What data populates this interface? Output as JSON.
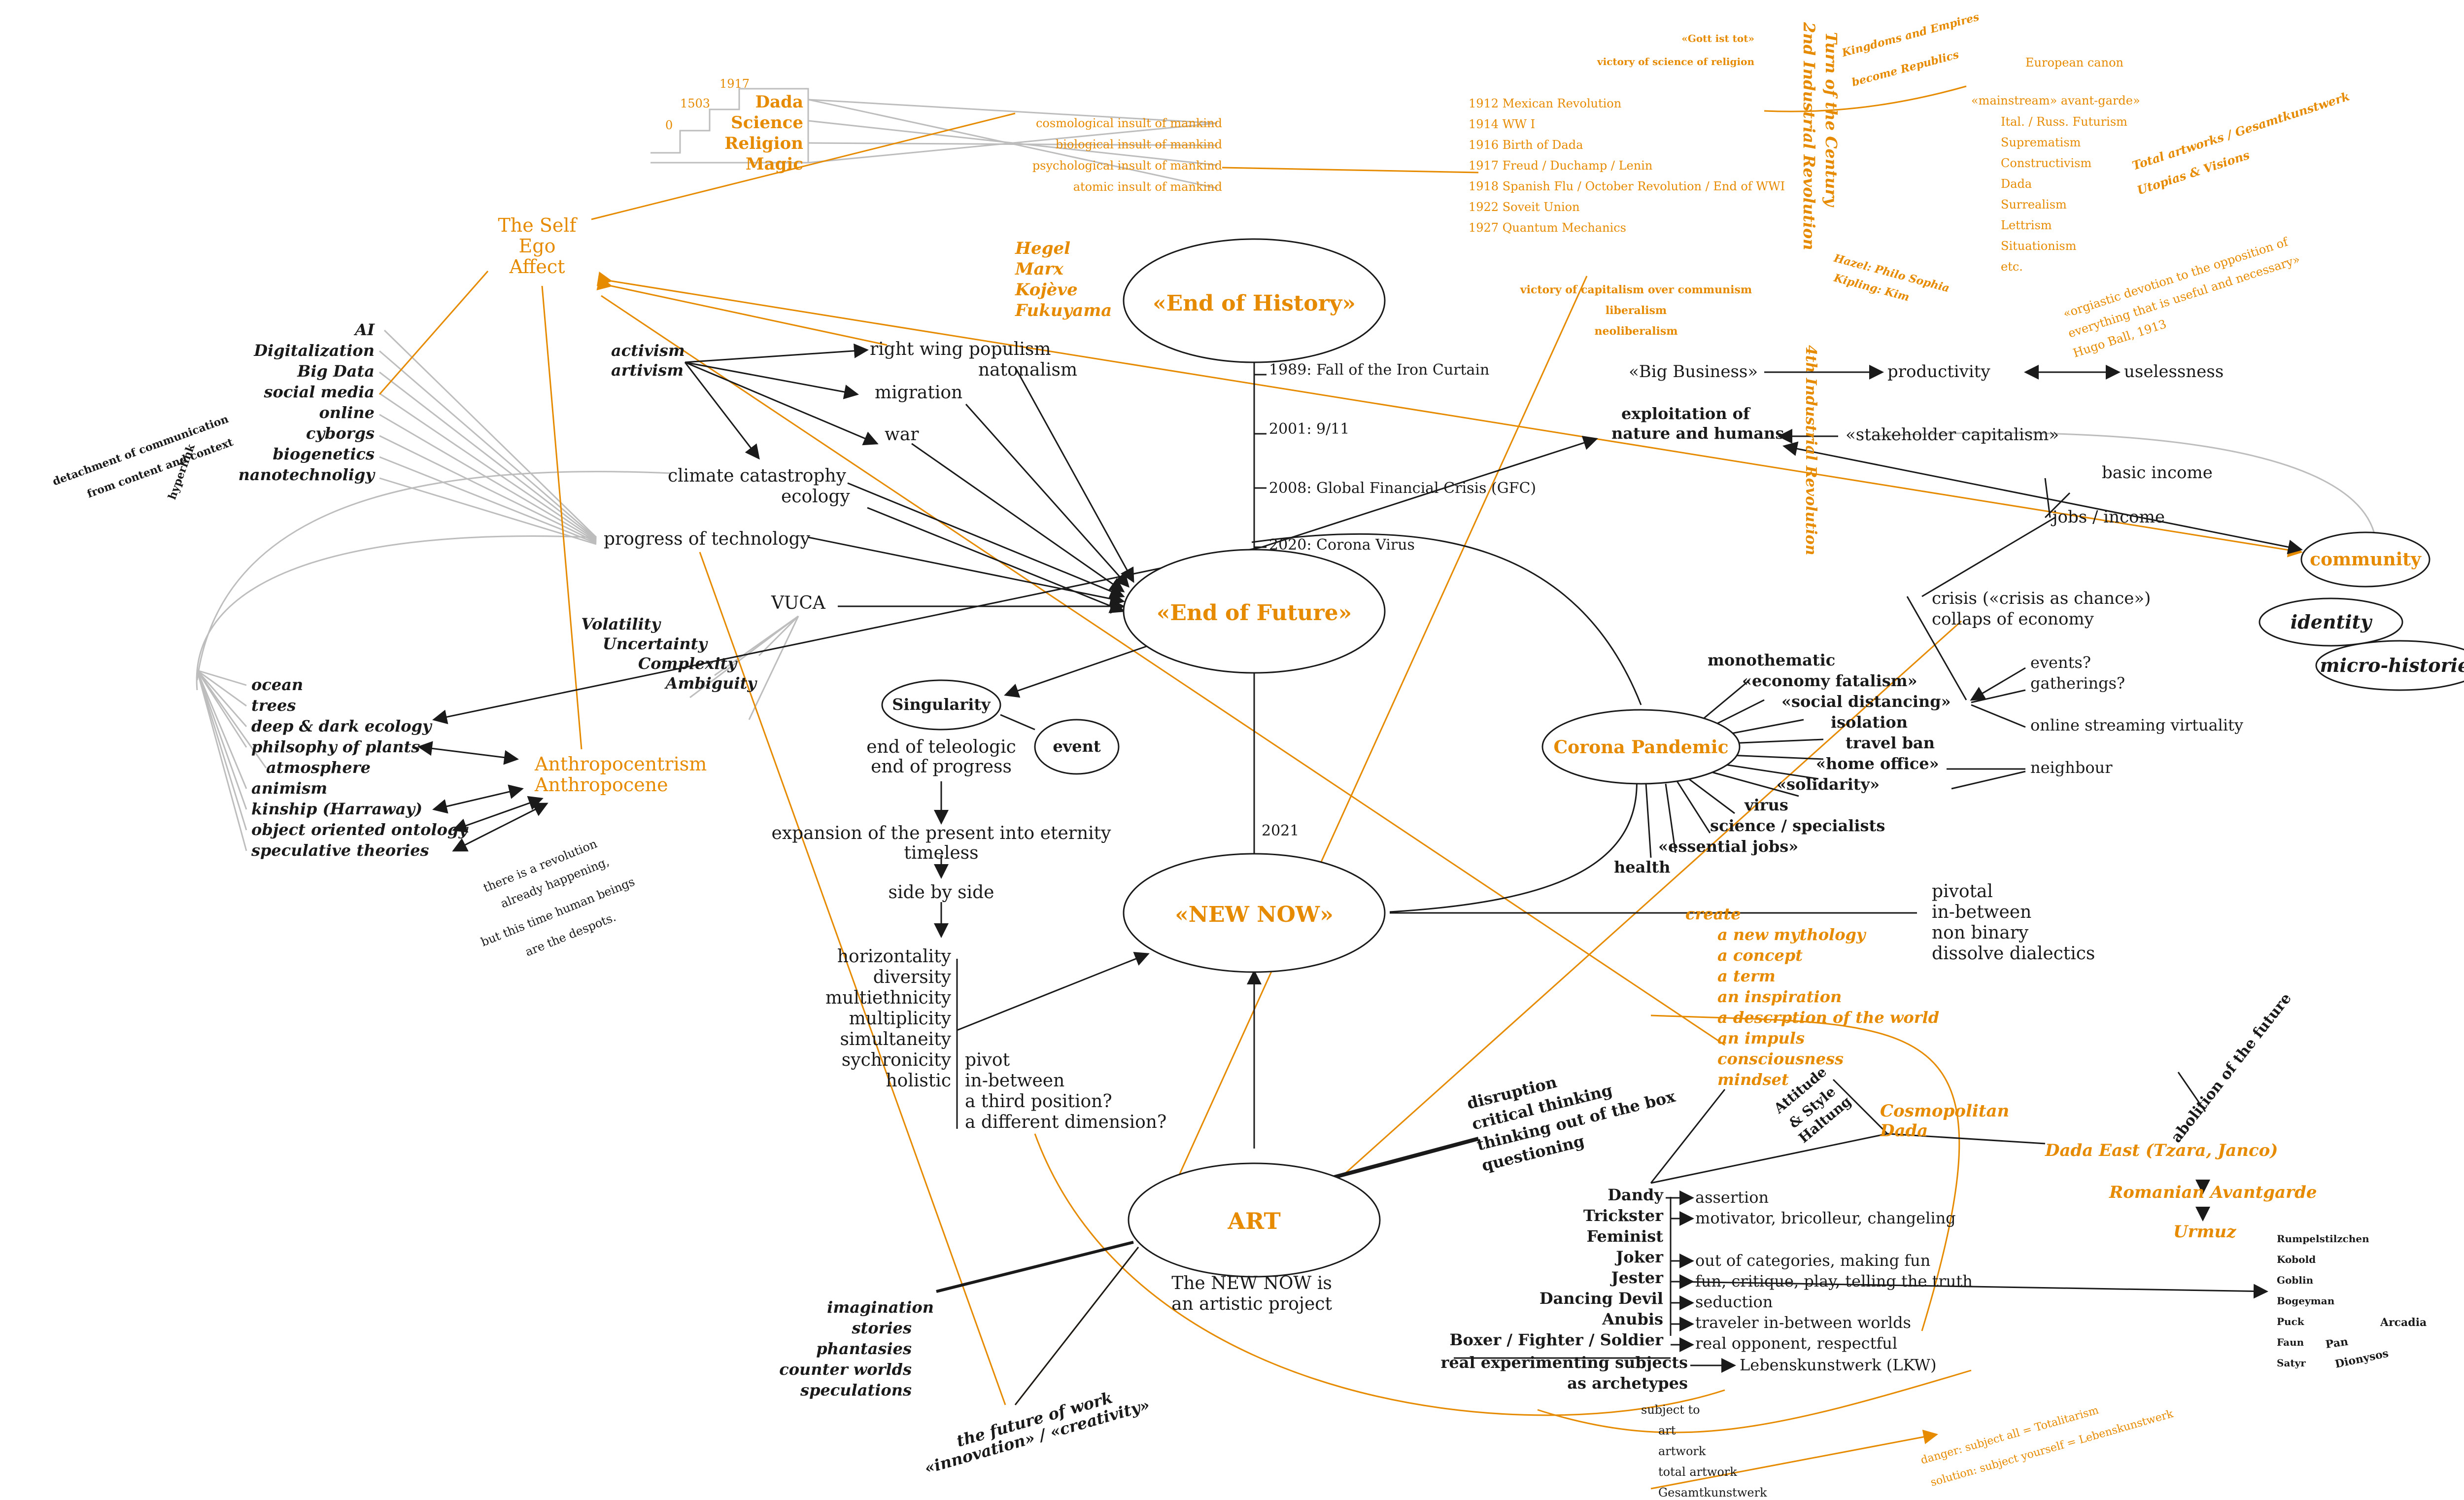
{
  "colors": {
    "text": "#1a1a1a",
    "accent": "#e68a00",
    "thin_line": "#bdbdbd",
    "background": "#ffffff"
  },
  "nodes": {
    "end_of_history": "«End of History»",
    "end_of_future": "«End of Future»",
    "new_now": "«NEW NOW»",
    "art": "ART",
    "corona_pandemic": "Corona Pandemic",
    "singularity": "Singularity",
    "event": "event",
    "community": "community",
    "identity": "identity",
    "micro_histories": "micro-histories"
  },
  "thinkers": [
    "Hegel",
    "Marx",
    "Kojève",
    "Fukuyama"
  ],
  "timeline": {
    "years": [
      "0",
      "1503",
      "1917"
    ],
    "stack": [
      "Dada",
      "Science",
      "Religion",
      "Magic"
    ],
    "insults": [
      "cosmological insult of mankind",
      "biological insult of mankind",
      "psychological insult of mankind",
      "atomic insult of mankind"
    ]
  },
  "self": [
    "The Self",
    "Ego",
    "Affect"
  ],
  "tech_terms": [
    "AI",
    "Digitalization",
    "Big Data",
    "social media",
    "online",
    "cyborgs",
    "biogenetics",
    "nanotechnoligy"
  ],
  "detachment": [
    "detachment of communication",
    "from content and context"
  ],
  "hyperlink": "hyperlink",
  "activism": [
    "activism",
    "artivism"
  ],
  "activism_targets": [
    "right wing populism",
    "natonalism",
    "migration",
    "war",
    "climate catastrophy",
    "ecology",
    "progress of technology"
  ],
  "vuca": {
    "label": "VUCA",
    "words": [
      "Volatility",
      "Uncertainty",
      "Complexity",
      "Ambiguity"
    ]
  },
  "ecology_terms": [
    "ocean",
    "trees",
    "deep & dark ecology",
    "philsophy of plants",
    "atmosphere",
    "animism",
    "kinship (Harraway)",
    "object oriented ontology",
    "speculative theories"
  ],
  "anthropo": [
    "Anthropocentrism",
    "Anthropocene"
  ],
  "revolution_note": [
    "there is a revolution",
    "already happening,",
    "but this time human beings",
    "are the despots."
  ],
  "history_events": [
    "1989: Fall of the Iron Curtain",
    "2001: 9/11",
    "2008: Global Financial Crisis (GFC)",
    "2020: Corona Virus"
  ],
  "year_2021": "2021",
  "singularity_chain": [
    "end of teleologic",
    "end of progress",
    "expansion of the present into eternity",
    "timeless",
    "side by side"
  ],
  "horizontality": [
    "horizontality",
    "diversity",
    "multiethnicity",
    "multiplicity",
    "simultaneity",
    "sychronicity",
    "holistic"
  ],
  "pivot": [
    "pivot",
    "in-between",
    "a third position?",
    "a different dimension?"
  ],
  "revolutions": [
    "1912 Mexican Revolution",
    "1914 WW I",
    "1916 Birth of Dada",
    "1917 Freud / Duchamp / Lenin",
    "1918 Spanish Flu / October Revolution / End of WWI",
    "1922 Soveit Union",
    "1927 Quantum Mechanics"
  ],
  "turn_century": [
    "Turn of the Century",
    "2nd Industrial Revolution"
  ],
  "gott": [
    "«Gott ist tot»",
    "victory of science of religion"
  ],
  "kingdoms": [
    "Kingdoms and Empires",
    "become Republics"
  ],
  "hazel": [
    "Hazel: Philo Sophia",
    "Kipling: Kim"
  ],
  "avantgarde": [
    "European canon",
    "«mainstream» avant-garde»",
    "Ital. / Russ. Futurism",
    "Suprematism",
    "Constructivism",
    "Dada",
    "Surrealism",
    "Lettrism",
    "Situationism",
    "etc."
  ],
  "total_artworks": [
    "Total artworks / Gesamtkunstwerk",
    "Utopias & Visions"
  ],
  "hugo_ball": [
    "«orgiastic devotion to the opposition of",
    "everything that is useful and necessary»",
    "Hugo Ball, 1913"
  ],
  "capitalism": [
    "victory of capitalism over communism",
    "liberalism",
    "neoliberalism"
  ],
  "fourth_industrial": "4th Industrial Revolution",
  "economy": {
    "big_business": "«Big Business»",
    "productivity": "productivity",
    "uselessness": "uselessness",
    "exploitation": [
      "exploitation of",
      "nature and humans"
    ],
    "stakeholder": "«stakeholder capitalism»",
    "basic_income": "basic income",
    "jobs": "jobs / income",
    "crisis": [
      "crisis («crisis as chance»)",
      "collaps of economy"
    ]
  },
  "corona_terms": [
    "monothematic",
    "«economy fatalism»",
    "«social distancing»",
    "isolation",
    "travel ban",
    "«home office»",
    "«solidarity»",
    "virus",
    "science / specialists",
    "«essential jobs»",
    "health"
  ],
  "corona_outcomes": [
    "events?",
    "gatherings?",
    "online streaming virtuality",
    "neighbour"
  ],
  "create": [
    "create",
    "a new mythology",
    "a concept",
    "a term",
    "an inspiration",
    "a descrption of the world",
    "an impuls",
    "consciousness",
    "mindset"
  ],
  "pivotal": [
    "pivotal",
    "in-between",
    "non binary",
    "dissolve dialectics"
  ],
  "disruption": [
    "disruption",
    "critical thinking",
    "thinking out of the box",
    "questioning"
  ],
  "attitude": [
    "Attitude",
    "& Style",
    "Haltung"
  ],
  "dada_chain": [
    "Cosmopolitan",
    "Dada",
    "Dada East (Tzara, Janco)",
    "Romanian Avantgarde",
    "Urmuz"
  ],
  "abolition": "abolition of the future",
  "archetypes": [
    "Dandy",
    "Trickster",
    "Feminist",
    "Joker",
    "Jester",
    "Dancing Devil",
    "Anubis",
    "Boxer / Fighter / Soldier",
    "real experimenting subjects",
    "as archetypes"
  ],
  "archetype_roles": [
    "assertion",
    "motivator, bricolleur, changeling",
    "out of categories, making fun",
    "fun, critique, play, telling the truth",
    "seduction",
    "traveler in-between worlds",
    "real opponent, respectful",
    "Lebenskunstwerk (LKW)"
  ],
  "subject_to": [
    "subject to",
    "art",
    "artwork",
    "total artwork",
    "Gesamtkunstwerk"
  ],
  "danger": [
    "danger: subject all = Totalitarism",
    "solution: subject yourself = Lebenskunstwerk"
  ],
  "spirits": [
    "Rumpelstilzchen",
    "Kobold",
    "Goblin",
    "Bogeyman",
    "Puck",
    "Faun",
    "Satyr"
  ],
  "arcadia": [
    "Arcadia",
    "Pan",
    "Dionysos"
  ],
  "new_now_project": [
    "The NEW NOW is",
    "an artistic project"
  ],
  "imagination": [
    "imagination",
    "stories",
    "phantasies",
    "counter worlds",
    "speculations"
  ],
  "future_work": [
    "the future of work",
    "«innovation» / «creativity»"
  ]
}
